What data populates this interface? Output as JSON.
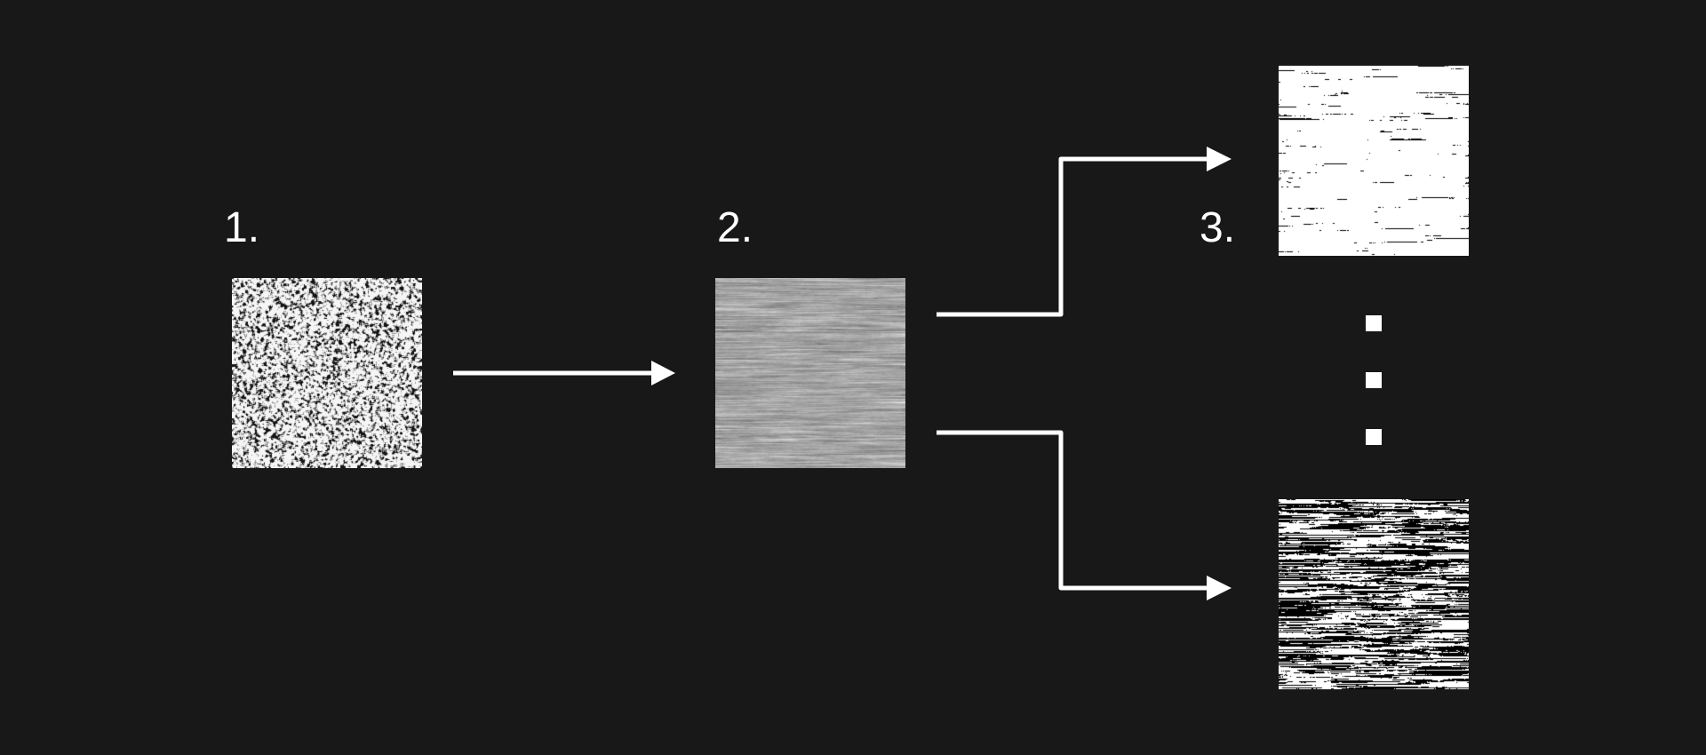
{
  "diagram": {
    "steps": [
      {
        "label": "1."
      },
      {
        "label": "2."
      },
      {
        "label": "3."
      }
    ],
    "textures": {
      "noise": "random-noise-texture",
      "blur": "horizontally-blurred-texture",
      "threshold_low": "sparse-threshold-texture",
      "threshold_high": "dense-threshold-texture"
    },
    "ellipsis_dots": 3,
    "colors": {
      "background": "#181818",
      "foreground": "#ffffff",
      "ink": "#000000"
    }
  }
}
